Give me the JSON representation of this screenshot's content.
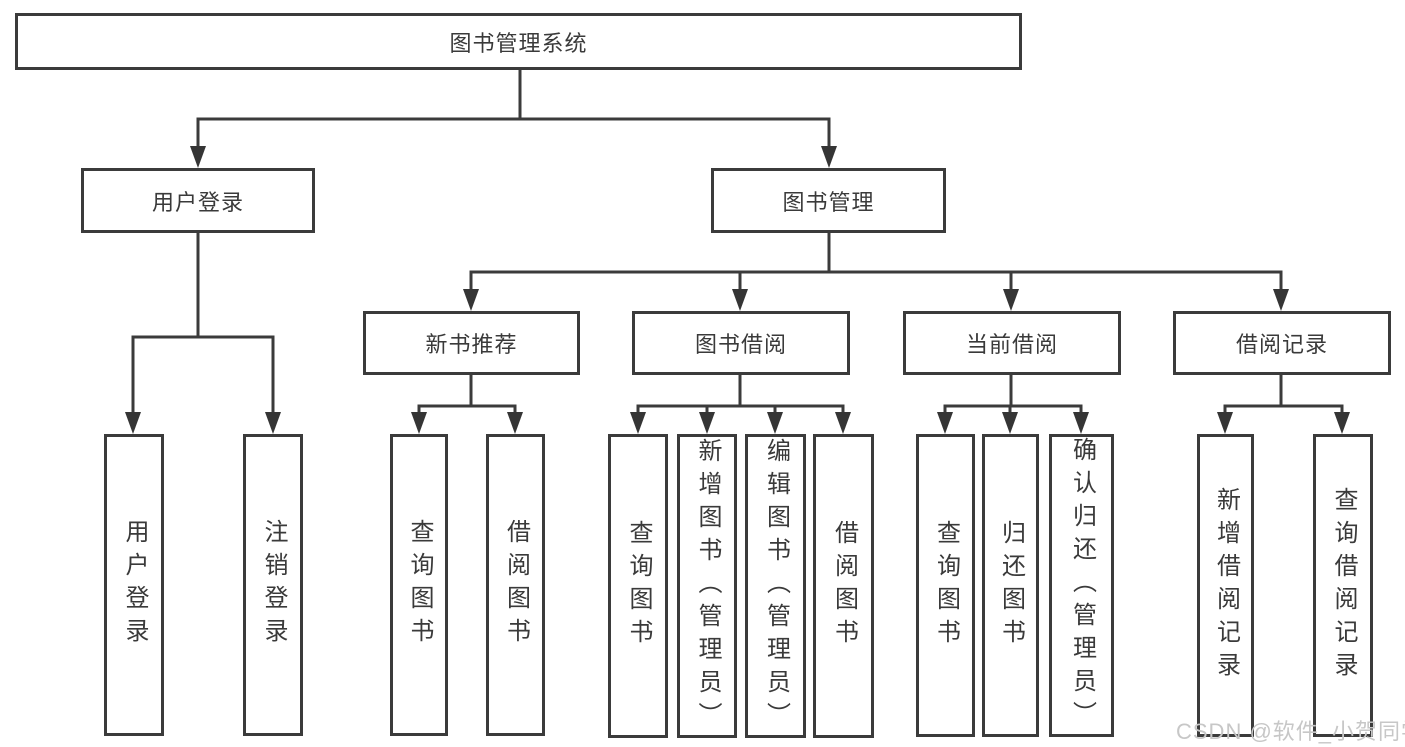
{
  "tree": {
    "root": {
      "label": "图书管理系统"
    },
    "branches": [
      {
        "label": "用户登录",
        "children": [
          {
            "label": "用户登录"
          },
          {
            "label": "注销登录"
          }
        ]
      },
      {
        "label": "图书管理",
        "children": [
          {
            "label": "新书推荐",
            "children": [
              {
                "label": "查询图书"
              },
              {
                "label": "借阅图书"
              }
            ]
          },
          {
            "label": "图书借阅",
            "children": [
              {
                "label": "查询图书"
              },
              {
                "label": "新增图书（管理员）"
              },
              {
                "label": "编辑图书（管理员）"
              },
              {
                "label": "借阅图书"
              }
            ]
          },
          {
            "label": "当前借阅",
            "children": [
              {
                "label": "查询图书"
              },
              {
                "label": "归还图书"
              },
              {
                "label": "确认归还（管理员）"
              }
            ]
          },
          {
            "label": "借阅记录",
            "children": [
              {
                "label": "新增借阅记录"
              },
              {
                "label": "查询借阅记录"
              }
            ]
          }
        ]
      }
    ]
  },
  "watermark": {
    "text": "CSDN @软件_小贺同学"
  },
  "colors": {
    "line": "#3b3b3b",
    "arrow": "#353535",
    "box_border": "#3b3b3b",
    "text": "#3a3a3a",
    "background": "#ffffff",
    "watermark": "#c7c7c7"
  }
}
